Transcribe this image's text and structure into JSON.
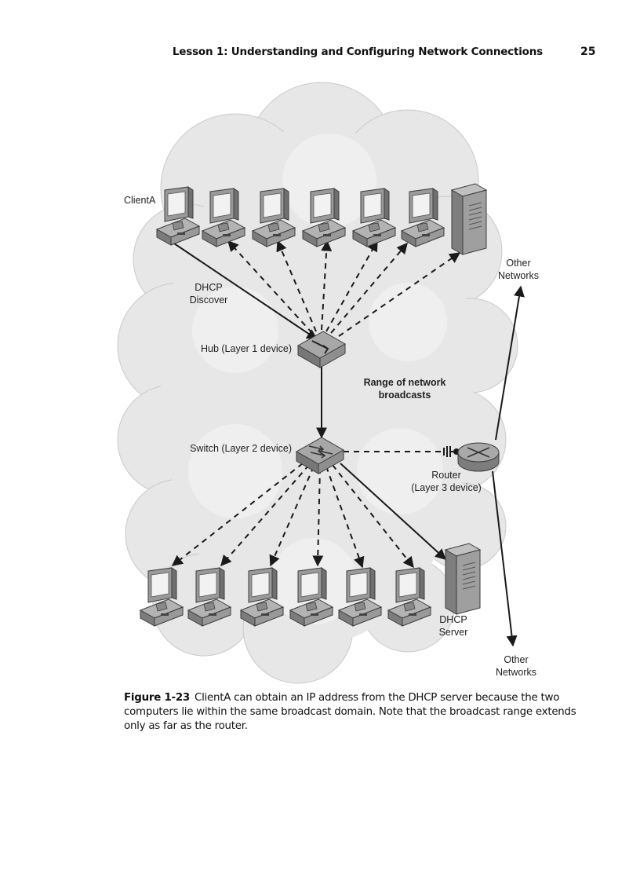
{
  "header": {
    "title": "Lesson 1: Understanding and Configuring Network Connections",
    "page_number": "25"
  },
  "figure": {
    "label_clienta": "ClientA",
    "label_dhcp_discover_1": "DHCP",
    "label_dhcp_discover_2": "Discover",
    "label_hub": "Hub (Layer 1 device)",
    "label_range_1": "Range of network",
    "label_range_2": "broadcasts",
    "label_switch": "Switch (Layer 2 device)",
    "label_router_1": "Router",
    "label_router_2": "(Layer 3 device)",
    "label_dhcp_server_1": "DHCP",
    "label_dhcp_server_2": "Server",
    "label_other_networks_top_1": "Other",
    "label_other_networks_top_2": "Networks",
    "label_other_networks_bottom_1": "Other",
    "label_other_networks_bottom_2": "Networks",
    "icons": [
      "computer-icon",
      "server-icon",
      "hub-icon",
      "switch-icon",
      "router-icon"
    ],
    "colors": {
      "cloud": "#ebebeb",
      "device": "#8c8c8c",
      "screen": "#f2f2f2",
      "line": "#1a1a1a"
    }
  },
  "caption": {
    "number": "Figure 1-23",
    "text": "ClientA can obtain an IP address from the DHCP server because the two computers lie within the same broadcast domain. Note that the broadcast range extends only as far as the router."
  }
}
